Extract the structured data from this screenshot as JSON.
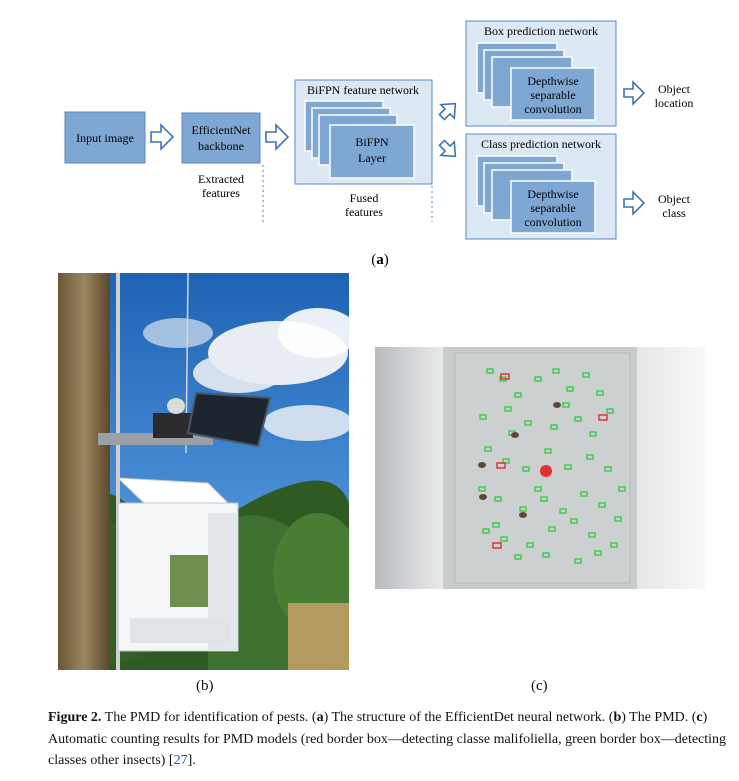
{
  "diagram": {
    "input_label": "Input image",
    "backbone_line1": "EfficientNet",
    "backbone_line2": "backbone",
    "extracted_line1": "Extracted",
    "extracted_line2": "features",
    "bifpn_network_title": "BiFPN feature network",
    "bifpn_layer_line1": "BiFPN",
    "bifpn_layer_line2": "Layer",
    "fused_line1": "Fused",
    "fused_line2": "features",
    "box_network_title": "Box prediction network",
    "class_network_title": "Class prediction network",
    "dsc_line1": "Depthwise",
    "dsc_line2": "separable",
    "dsc_line3": "convolution",
    "object_location_line1": "Object",
    "object_location_line2": "location",
    "object_class_line1": "Object",
    "object_class_line2": "class",
    "label_a": "a"
  },
  "panels": {
    "label_b": "b",
    "label_c": "c"
  },
  "caption": {
    "figure_label": "Figure 2.",
    "part1": " The PMD for identification of pests. (",
    "a": "a",
    "part2": ") The structure of the EfficientDet neural network. (",
    "b": "b",
    "part3": ") The PMD. (",
    "c": "c",
    "part4": ") Automatic counting results for PMD models (red border box—detecting classe malifoliella, green border box—detecting classes other insects) [",
    "ref": "27",
    "part5": "]."
  },
  "colors": {
    "box_fill": "#7fa7d3",
    "container_fill": "#dde8f5",
    "border": "#5b89c0",
    "arrow": "#3f73b5",
    "red_box": "#e02020",
    "green_box": "#2ecc40"
  }
}
